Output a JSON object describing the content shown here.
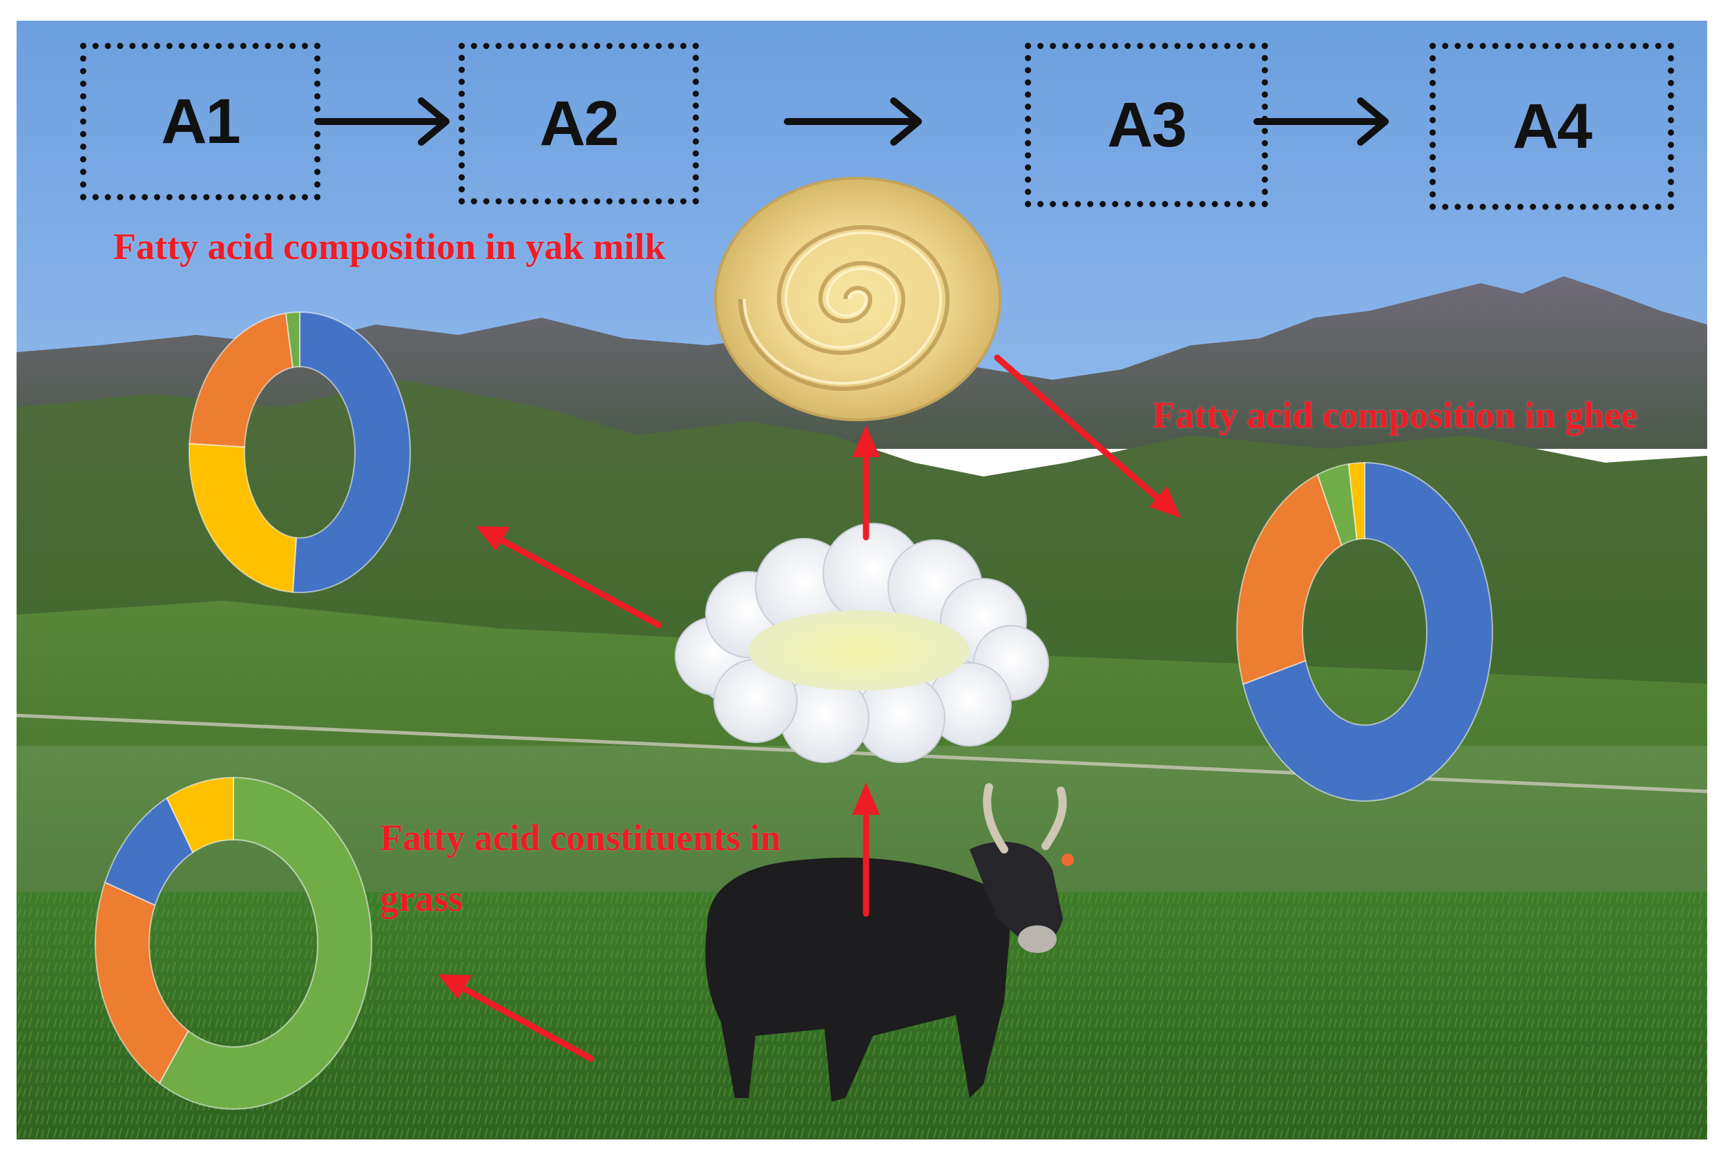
{
  "flow": {
    "steps": [
      "A1",
      "A2",
      "A3",
      "A4"
    ]
  },
  "captions": {
    "yak_milk": "Fatty acid composition in yak milk",
    "ghee": "Fatty acid composition in ghee",
    "grass_line1": "Fatty acid constituents in",
    "grass_line2": "grass"
  },
  "colors": {
    "blue": "#4472c4",
    "orange": "#ed7d31",
    "yellow": "#ffc000",
    "green": "#70ad47",
    "arrow_red": "#ee1c25",
    "sky": "#6ea3e2"
  },
  "chart_data": [
    {
      "type": "pie",
      "donut": true,
      "slices": [
        {
          "color": "blue",
          "value": 51
        },
        {
          "color": "yellow",
          "value": 25
        },
        {
          "color": "orange",
          "value": 22
        },
        {
          "color": "green",
          "value": 2
        }
      ]
    },
    {
      "type": "pie",
      "donut": true,
      "slices": [
        {
          "color": "blue",
          "value": 70
        },
        {
          "color": "orange",
          "value": 24
        },
        {
          "color": "green",
          "value": 4
        },
        {
          "color": "yellow",
          "value": 2
        }
      ]
    },
    {
      "type": "pie",
      "donut": true,
      "slices": [
        {
          "color": "green",
          "value": 59
        },
        {
          "color": "orange",
          "value": 22
        },
        {
          "color": "blue",
          "value": 11
        },
        {
          "color": "yellow",
          "value": 8
        }
      ]
    }
  ],
  "icons": [
    "butter-swirl-icon",
    "milk-cloud-icon",
    "yak-icon"
  ]
}
